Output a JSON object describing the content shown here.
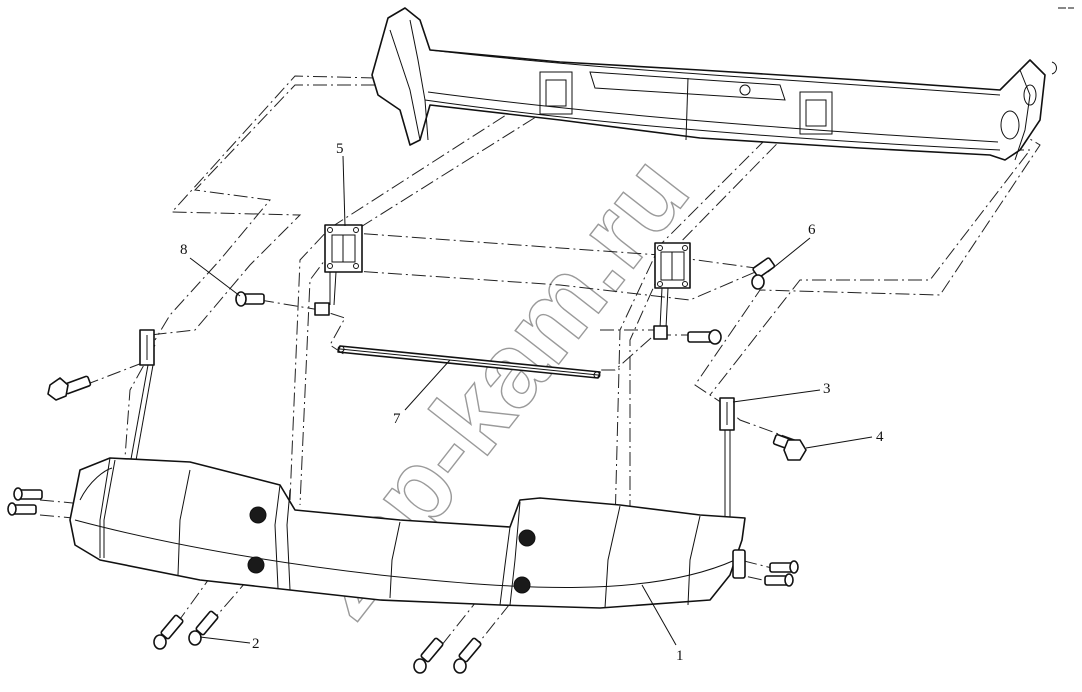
{
  "diagram": {
    "callouts": [
      {
        "id": "1",
        "label": "1"
      },
      {
        "id": "2",
        "label": "2"
      },
      {
        "id": "3",
        "label": "3"
      },
      {
        "id": "4",
        "label": "4"
      },
      {
        "id": "5",
        "label": "5"
      },
      {
        "id": "6",
        "label": "6"
      },
      {
        "id": "7",
        "label": "7"
      },
      {
        "id": "8",
        "label": "8"
      }
    ],
    "watermark": "zap-kam.ru"
  }
}
